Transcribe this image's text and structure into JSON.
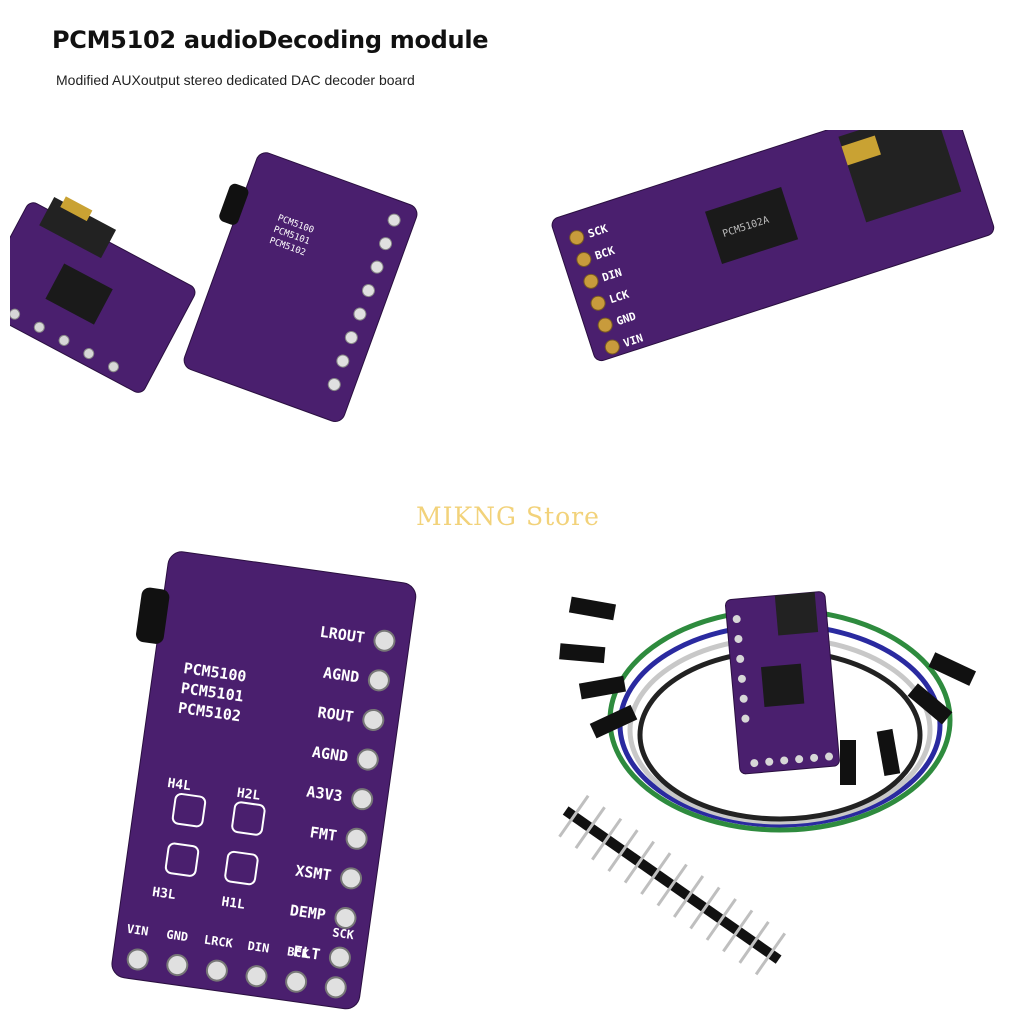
{
  "header": {
    "title": "PCM5102 audioDecoding module",
    "subtitle": "Modified AUXoutput stereo dedicated DAC decoder board"
  },
  "watermark": "MIKNG Store",
  "board": {
    "color": "#4a1f6e",
    "silk_color": "#ffffff",
    "chip_labels": [
      "PCM5100",
      "PCM5101",
      "PCM5102"
    ],
    "right_pins": [
      "LROUT",
      "AGND",
      "ROUT",
      "AGND",
      "A3V3",
      "FMT",
      "XSMT",
      "DEMP",
      "FLT"
    ],
    "bottom_pins": [
      "VIN",
      "GND",
      "LRCK",
      "DIN",
      "BCK",
      "SCK"
    ],
    "jumper_labels": [
      "H4L",
      "H3L",
      "H2L",
      "H1L"
    ],
    "side_pins": [
      "SCK",
      "BCK",
      "DIN",
      "LCK",
      "GND",
      "VIN"
    ],
    "chip_text": "PCM5102A"
  }
}
